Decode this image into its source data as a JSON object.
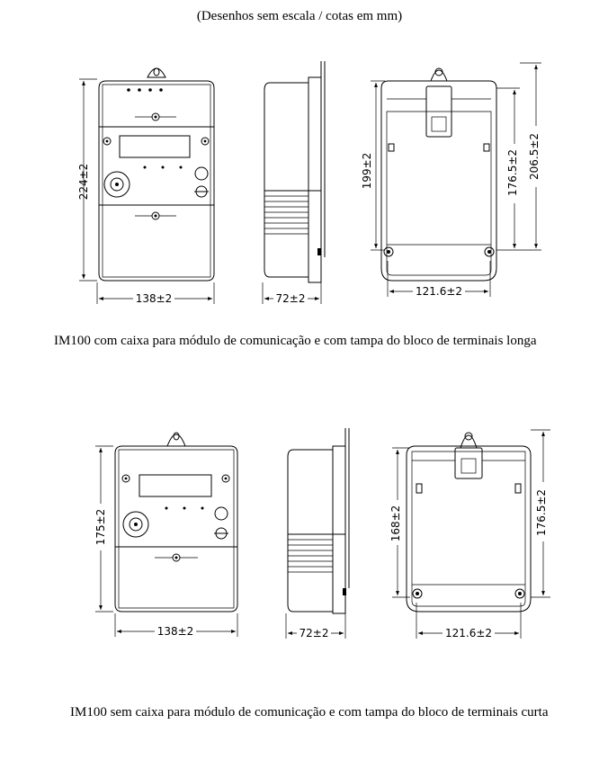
{
  "header": "(Desenhos sem escala / cotas em mm)",
  "top_variant": {
    "caption": "IM100 com caixa para módulo de comunicação e com tampa do bloco de terminais longa",
    "front_height": "224±2",
    "front_width": "138±2",
    "side_depth": "72±2",
    "back_height_1": "199±2",
    "back_height_2": "176.5±2",
    "back_height_3": "206.5±2",
    "back_width": "121.6±2"
  },
  "bottom_variant": {
    "caption": "IM100 sem caixa para módulo de comunicação e com tampa do bloco de terminais curta",
    "front_height": "175±2",
    "front_width": "138±2",
    "side_depth": "72±2",
    "back_height_1": "168±2",
    "back_height_2": "176.5±2",
    "back_width": "121.6±2"
  }
}
